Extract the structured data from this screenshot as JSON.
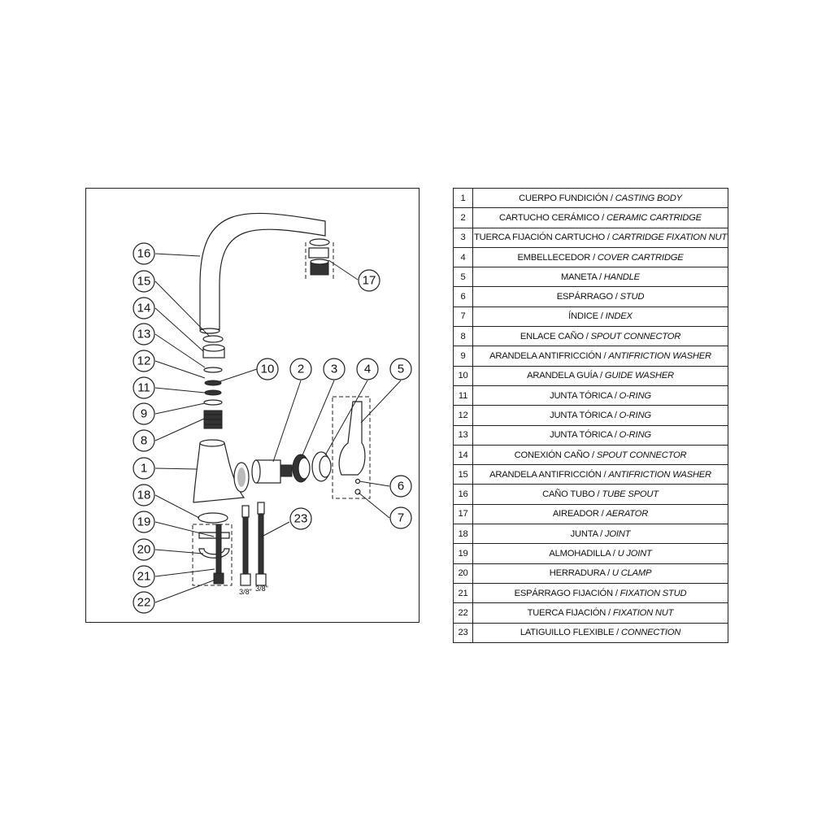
{
  "parts": [
    {
      "num": "1",
      "es": "CUERPO FUNDICIÓN",
      "en": "CASTING BODY"
    },
    {
      "num": "2",
      "es": "CARTUCHO CERÁMICO",
      "en": "CERAMIC CARTRIDGE"
    },
    {
      "num": "3",
      "es": "TUERCA FIJACIÓN CARTUCHO",
      "en": "CARTRIDGE FIXATION NUT"
    },
    {
      "num": "4",
      "es": "EMBELLECEDOR",
      "en": "COVER CARTRIDGE"
    },
    {
      "num": "5",
      "es": "MANETA",
      "en": "HANDLE"
    },
    {
      "num": "6",
      "es": "ESPÁRRAGO",
      "en": "STUD"
    },
    {
      "num": "7",
      "es": "ÍNDICE",
      "en": "INDEX"
    },
    {
      "num": "8",
      "es": "ENLACE CAÑO",
      "en": "SPOUT CONNECTOR"
    },
    {
      "num": "9",
      "es": "ARANDELA ANTIFRICCIÓN",
      "en": "ANTIFRICTION WASHER"
    },
    {
      "num": "10",
      "es": "ARANDELA GUÍA",
      "en": "GUIDE WASHER"
    },
    {
      "num": "11",
      "es": "JUNTA TÓRICA",
      "en": "O-RING"
    },
    {
      "num": "12",
      "es": "JUNTA TÓRICA",
      "en": "O-RING"
    },
    {
      "num": "13",
      "es": "JUNTA TÓRICA",
      "en": "O-RING"
    },
    {
      "num": "14",
      "es": "CONEXIÓN CAÑO",
      "en": "SPOUT CONNECTOR"
    },
    {
      "num": "15",
      "es": "ARANDELA ANTIFRICCIÓN",
      "en": "ANTIFRICTION WASHER"
    },
    {
      "num": "16",
      "es": "CAÑO TUBO",
      "en": "TUBE SPOUT"
    },
    {
      "num": "17",
      "es": "AIREADOR",
      "en": "AERATOR"
    },
    {
      "num": "18",
      "es": "JUNTA",
      "en": "JOINT"
    },
    {
      "num": "19",
      "es": "ALMOHADILLA",
      "en": "U JOINT"
    },
    {
      "num": "20",
      "es": "HERRADURA",
      "en": "U CLAMP"
    },
    {
      "num": "21",
      "es": "ESPÁRRAGO FIJACIÓN",
      "en": "FIXATION STUD"
    },
    {
      "num": "22",
      "es": "TUERCA FIJACIÓN",
      "en": "FIXATION NUT"
    },
    {
      "num": "23",
      "es": "LATIGUILLO FLEXIBLE",
      "en": "CONNECTION"
    }
  ],
  "separator": " / ",
  "diagram": {
    "callouts": [
      "16",
      "15",
      "14",
      "13",
      "12",
      "11",
      "9",
      "8",
      "1",
      "18",
      "19",
      "20",
      "21",
      "22",
      "10",
      "2",
      "3",
      "4",
      "5",
      "6",
      "7",
      "17",
      "23"
    ],
    "hose_sizes": [
      "3/8\"",
      "3/8\""
    ]
  }
}
